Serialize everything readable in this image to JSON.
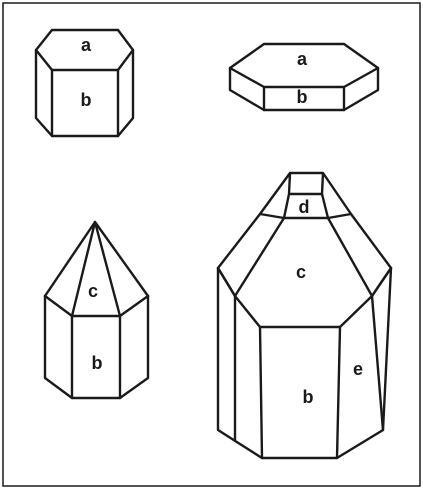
{
  "crystals": [
    {
      "faces": {
        "top": "a",
        "side": "b"
      }
    },
    {
      "faces": {
        "top": "a",
        "side": "b"
      }
    },
    {
      "faces": {
        "pyramid": "c",
        "side": "b"
      }
    },
    {
      "faces": {
        "cap": "d",
        "upper": "c",
        "side": "b",
        "side_right": "e"
      }
    }
  ]
}
